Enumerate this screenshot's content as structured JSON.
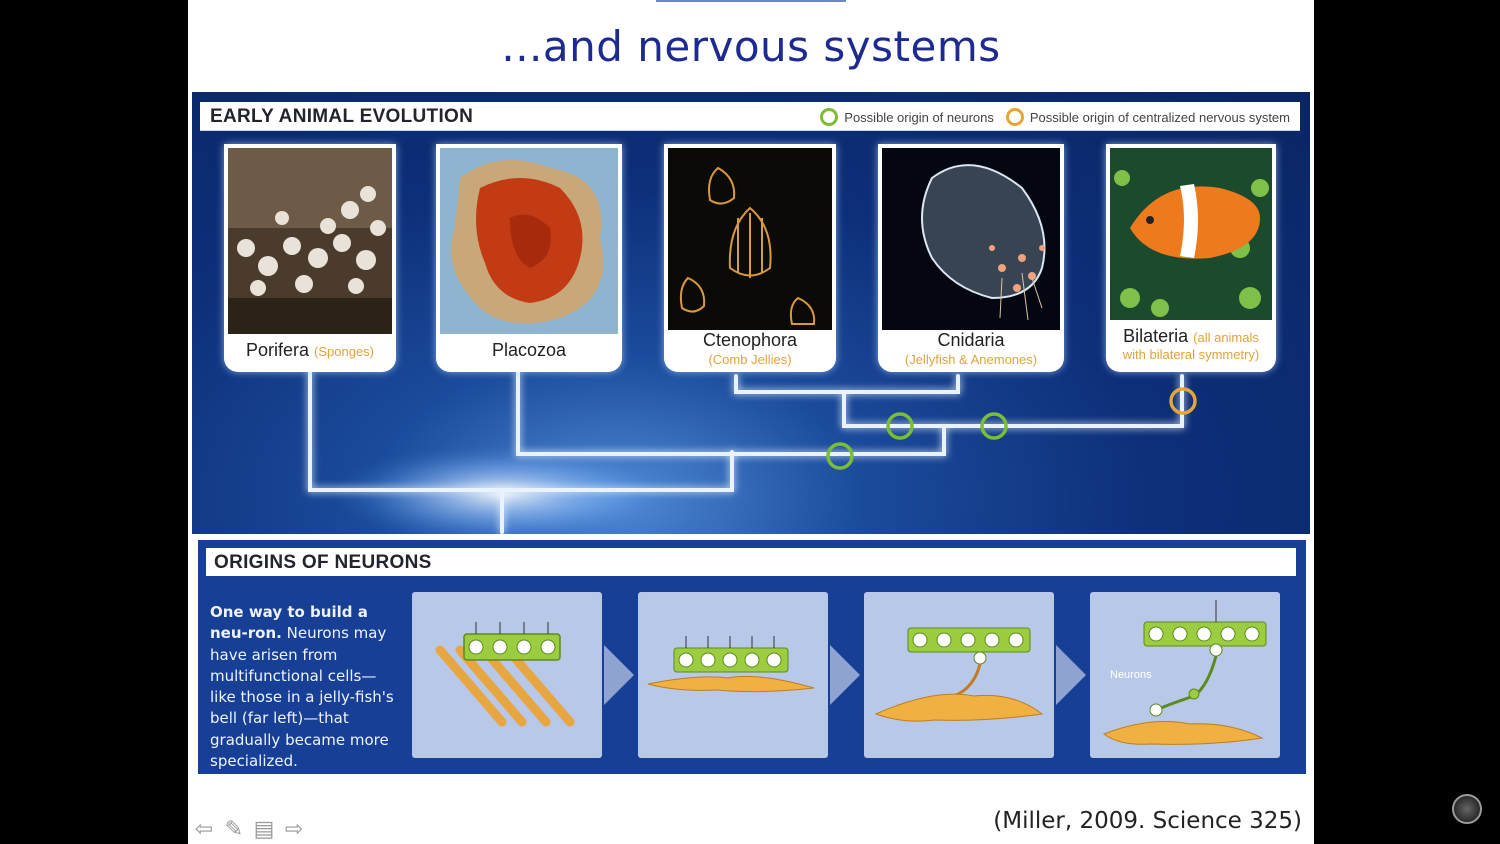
{
  "slide": {
    "title": "...and nervous systems",
    "citation": "(Miller, 2009. Science 325)"
  },
  "evolution": {
    "header": "EARLY ANIMAL EVOLUTION",
    "legend": {
      "neurons": "Possible origin of neurons",
      "centralized": "Possible origin of centralized nervous system"
    },
    "taxa": [
      {
        "name": "Porifera",
        "common": "(Sponges)"
      },
      {
        "name": "Placozoa",
        "common": ""
      },
      {
        "name": "Ctenophora",
        "common": "(Comb Jellies)"
      },
      {
        "name": "Cnidaria",
        "common": "(Jellyfish & Anemones)"
      },
      {
        "name": "Bilateria",
        "common_line1": "(all animals",
        "common_line2": "with bilateral symmetry)"
      }
    ]
  },
  "neurons": {
    "header": "ORIGINS OF NEURONS",
    "lead": "One way to build a neu-ron.",
    "body": "Neurons may have arisen from multifunctional cells—like those in a jelly-fish's bell (far left)—that gradually became more specialized.",
    "label": "Neurons"
  },
  "colors": {
    "title": "#1d2a8f",
    "green_ring": "#7abe36",
    "orange_ring": "#e5a636"
  },
  "nav": {
    "icons": [
      "arrow-left-icon",
      "pen-icon",
      "menu-icon",
      "arrow-right-icon"
    ]
  }
}
